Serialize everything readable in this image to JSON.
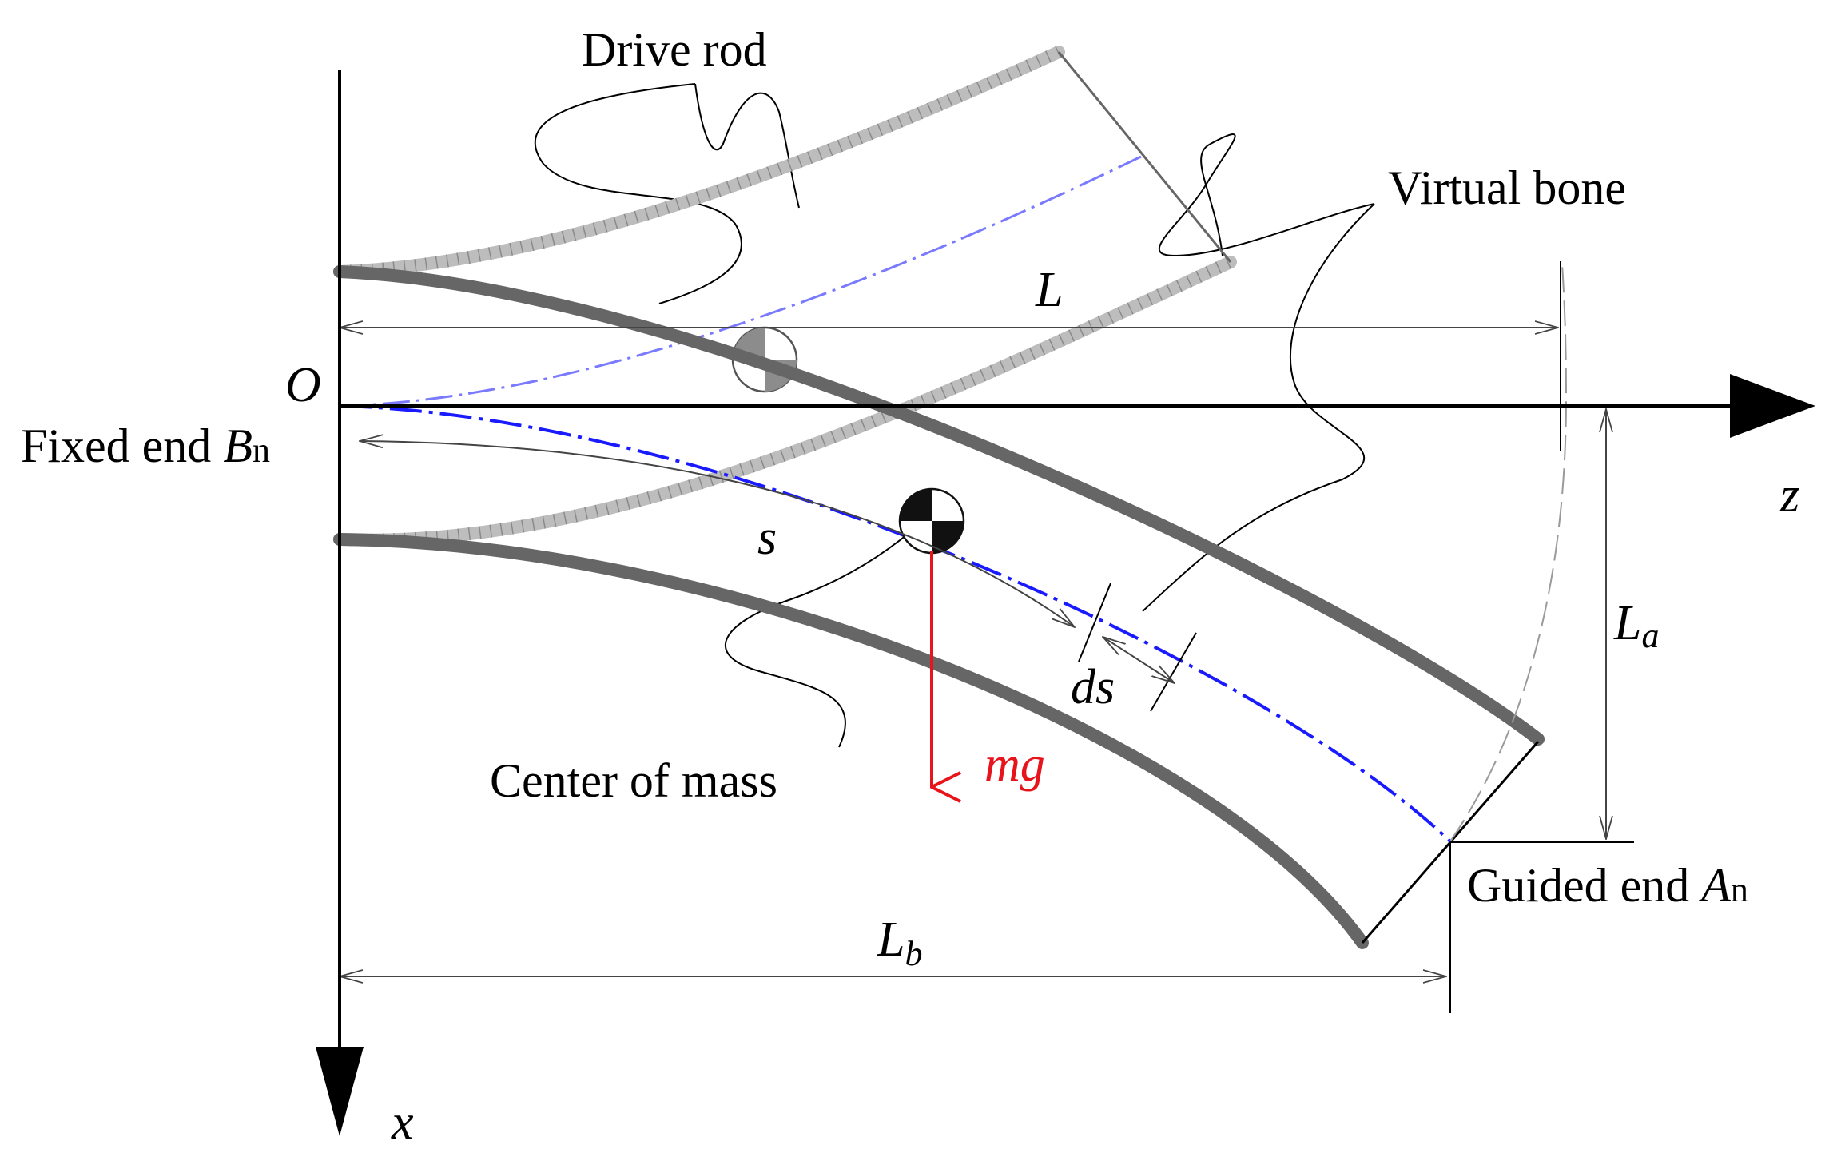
{
  "labels": {
    "drive_rod": "Drive rod",
    "virtual_bone": "Virtual bone",
    "origin": "O",
    "fixed_end_prefix": "Fixed end ",
    "fixed_end_var": "B",
    "fixed_end_sub": "n",
    "guided_end_prefix": "Guided end ",
    "guided_end_var": "A",
    "guided_end_sub": "n",
    "center_of_mass": "Center of mass",
    "gravity": "mg",
    "arc_length": "s",
    "element_length": "ds",
    "length_L": "L",
    "length_La_main": "L",
    "length_La_sub": "a",
    "length_Lb_main": "L",
    "length_Lb_sub": "b",
    "axis_z": "z",
    "axis_x": "x"
  },
  "colors": {
    "rod": "#666666",
    "drive_rod_fill": "#bdbdbd",
    "centerline": "#1a1aff",
    "centerline_faint": "#7a7aff",
    "gravity": "#e8141c",
    "dimension": "#444444",
    "axis": "#000000"
  }
}
